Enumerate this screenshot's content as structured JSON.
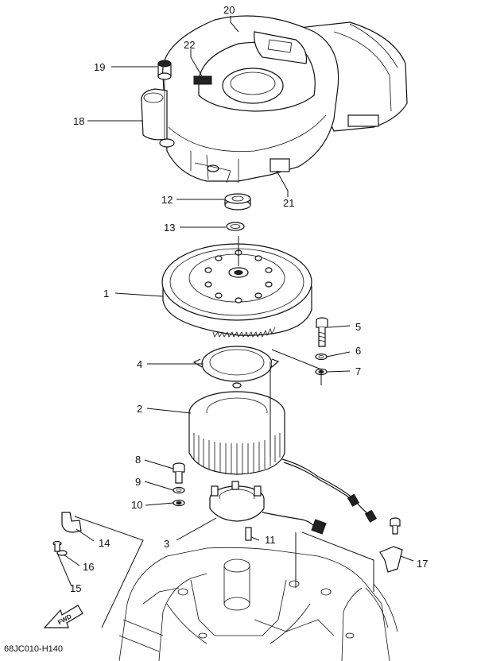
{
  "callouts": {
    "c1": "1",
    "c2": "2",
    "c3": "3",
    "c4": "4",
    "c5": "5",
    "c6": "6",
    "c7": "7",
    "c8": "8",
    "c9": "9",
    "c10": "10",
    "c11": "11",
    "c12": "12",
    "c13": "13",
    "c14": "14",
    "c15": "15",
    "c16": "16",
    "c17": "17",
    "c18": "18",
    "c19": "19",
    "c20": "20",
    "c21": "21",
    "c22": "22"
  },
  "fwd_label": "FWD",
  "drawing_code": "68JC010-H140"
}
